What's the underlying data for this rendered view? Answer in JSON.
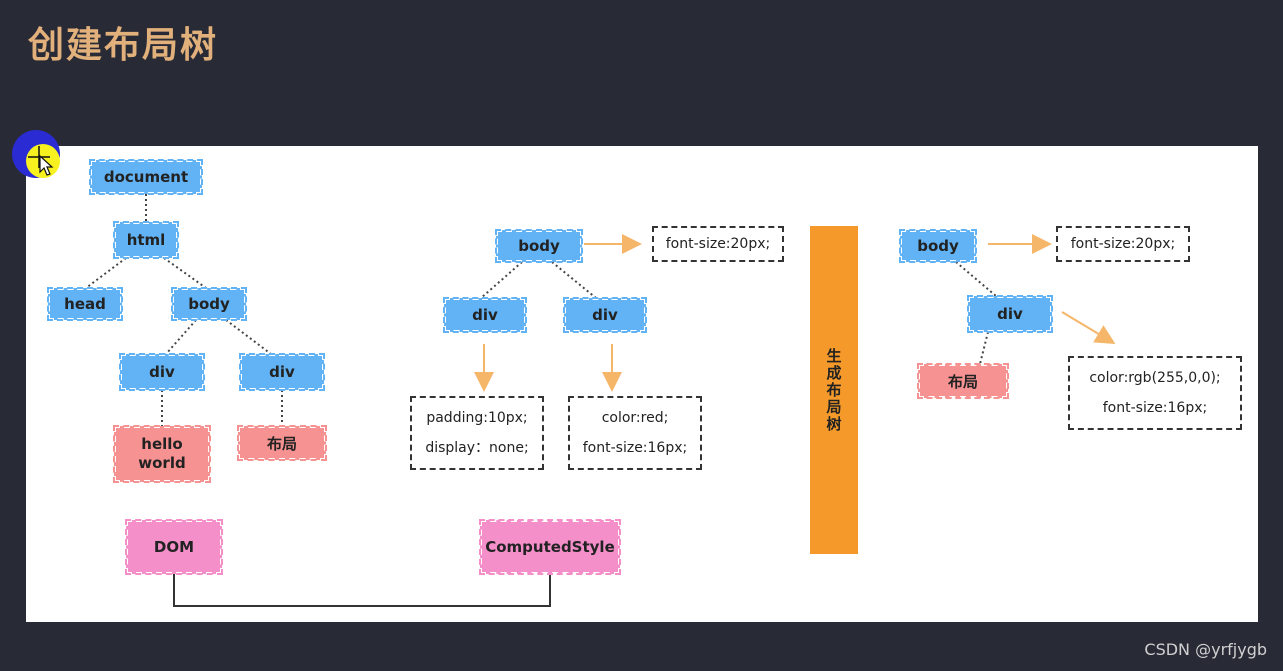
{
  "title": "创建布局树",
  "dom_tree": {
    "document": "document",
    "html": "html",
    "head": "head",
    "body": "body",
    "div1": "div",
    "div2": "div",
    "text1": "hello\nworld",
    "text2": "布局"
  },
  "style_tree": {
    "body": "body",
    "body_style": "font-size:20px;",
    "div1": "div",
    "div2": "div",
    "div1_style": [
      "padding:10px;",
      "display：none;"
    ],
    "div2_style": [
      "color:red;",
      "font-size:16px;"
    ]
  },
  "generate_label": "生成布局树",
  "layout_tree": {
    "body": "body",
    "body_style": "font-size:20px;",
    "div": "div",
    "text": "布局",
    "div_style": [
      "color:rgb(255,0,0);",
      "font-size:16px;"
    ]
  },
  "labels": {
    "dom": "DOM",
    "computed_style": "ComputedStyle"
  },
  "watermark": "CSDN @yrfjygb",
  "colors": {
    "background": "#282a36",
    "title": "#e2b07b",
    "element_node": "#61b3f5",
    "text_node": "#f79292",
    "label_node": "#f58fca",
    "generate_bar": "#f59a2a",
    "arrow": "#f5b66a"
  }
}
